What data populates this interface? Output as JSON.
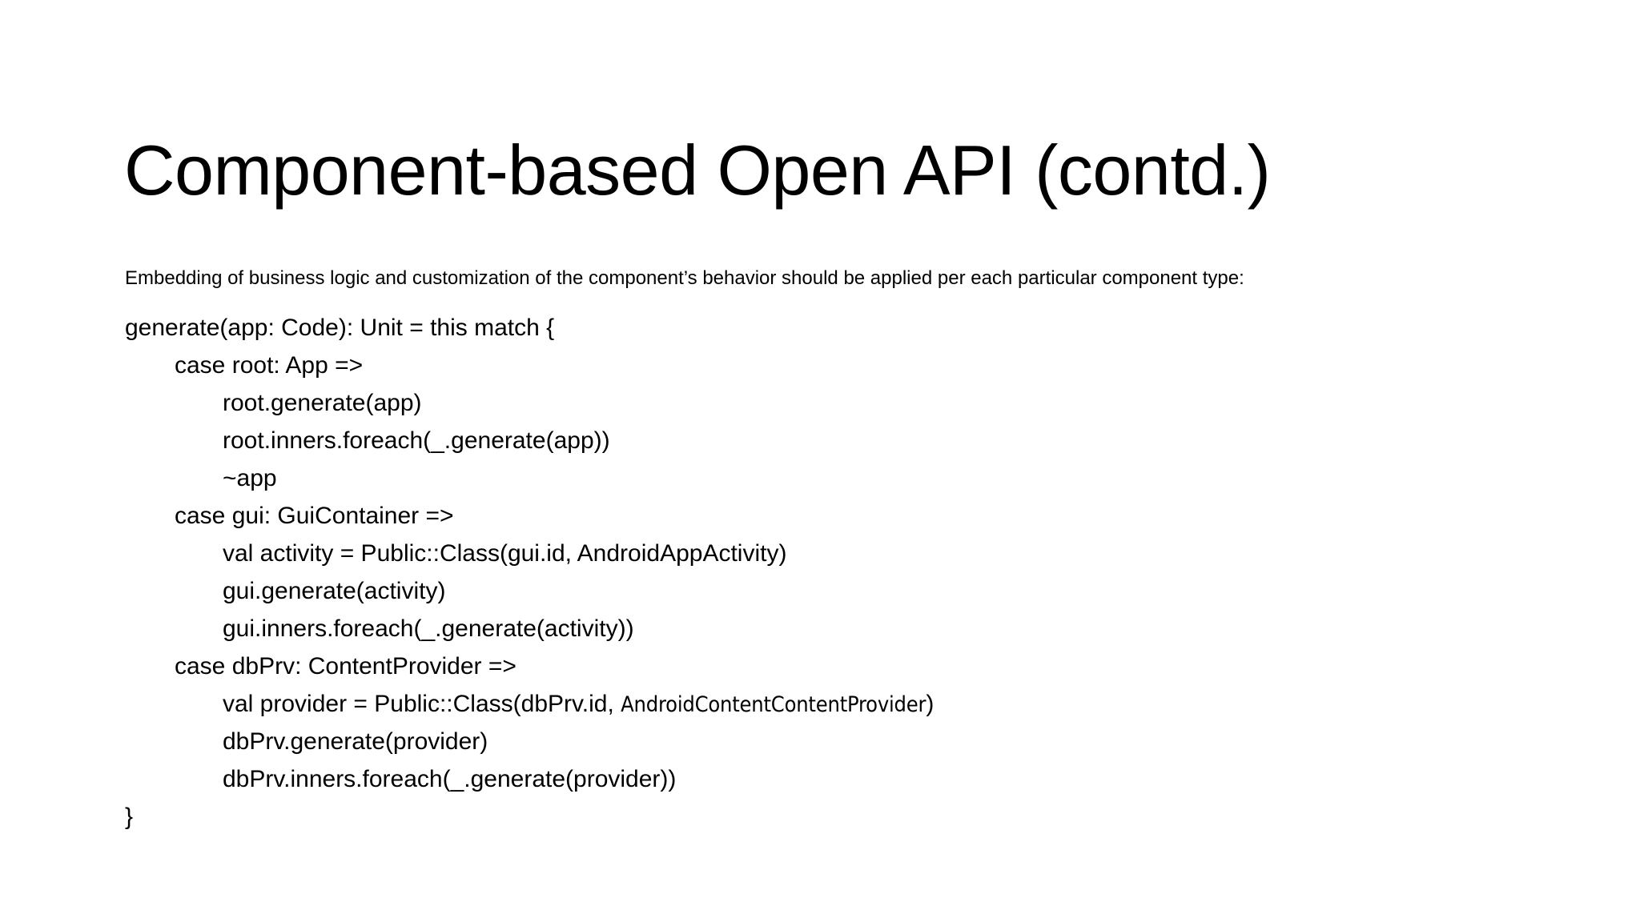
{
  "slide": {
    "title": "Component-based Open API (contd.)",
    "lead_text": "Embedding of business logic and customization of the component’s behavior should be applied per each particular component type:",
    "background_color": "#ffffff",
    "text_color": "#000000"
  },
  "code": {
    "lines": [
      {
        "indent": 0,
        "text": "generate(app: Code): Unit = this match {"
      },
      {
        "indent": 1,
        "text": "case root: App =>"
      },
      {
        "indent": 2,
        "text": "root.generate(app)"
      },
      {
        "indent": 2,
        "text": "root.inners.foreach(_.generate(app))"
      },
      {
        "indent": 2,
        "text": "~app"
      },
      {
        "indent": 1,
        "text": "case gui: GuiContainer =>"
      },
      {
        "indent": 2,
        "text": "val activity = Public::Class(gui.id, AndroidAppActivity)"
      },
      {
        "indent": 2,
        "text": "gui.generate(activity)"
      },
      {
        "indent": 2,
        "text": "gui.inners.foreach(_.generate(activity))"
      },
      {
        "indent": 1,
        "text": "case dbPrv: ContentProvider =>"
      },
      {
        "indent": 2,
        "text": "val provider = Public::Class(dbPrv.id, ",
        "cond_text": "AndroidContentContentProvider",
        "text_after": ")"
      },
      {
        "indent": 2,
        "text": "dbPrv.generate(provider)"
      },
      {
        "indent": 2,
        "text": "dbPrv.inners.foreach(_.generate(provider))"
      },
      {
        "indent": 0,
        "text": "}"
      }
    ]
  }
}
